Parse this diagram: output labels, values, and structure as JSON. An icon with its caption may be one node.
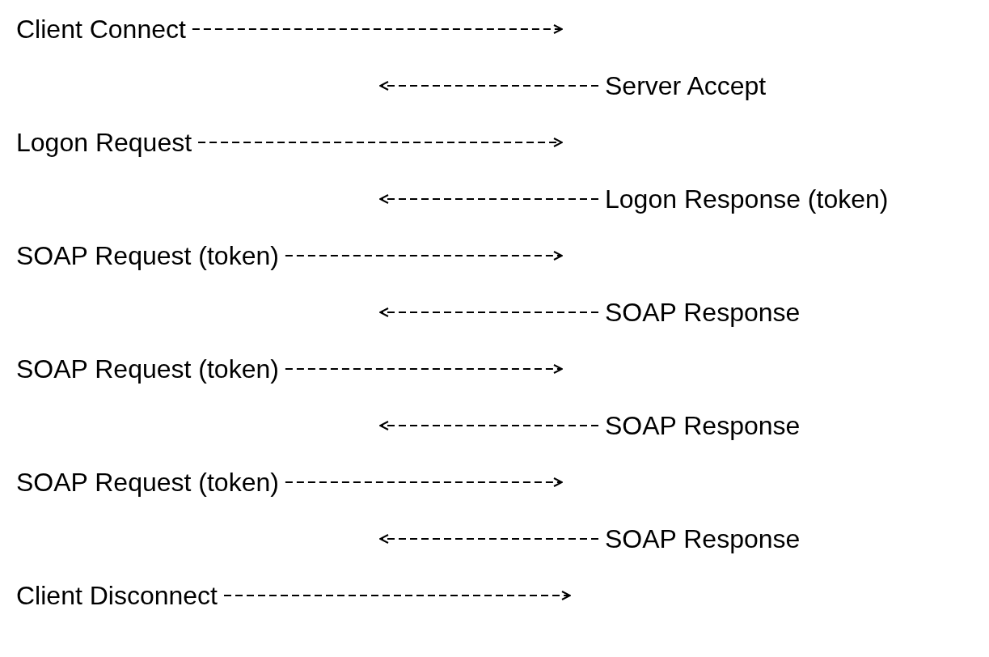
{
  "diagram": {
    "nodes": [
      {
        "text": [
          "Client Connect"
        ]
      },
      {
        "text": [
          "Server Accept"
        ]
      },
      {
        "text": [
          "Logon Request"
        ]
      },
      {
        "text": [
          "Logon Response (token)"
        ]
      },
      {
        "text": [
          "SOAP Request (token)"
        ]
      },
      {
        "text": [
          "SOAP Response"
        ]
      },
      {
        "text": [
          "SOAP Request (token)"
        ]
      },
      {
        "text": [
          "SOAP Response"
        ]
      },
      {
        "text": [
          "SOAP Request (token)"
        ]
      },
      {
        "text": [
          "SOAP Response"
        ]
      },
      {
        "text": [
          "Client Disconnect"
        ]
      }
    ],
    "edges": [
      {
        "from": 0,
        "to": null,
        "arrow": "to"
      },
      {
        "from": 1,
        "to": null,
        "arrow": "to"
      },
      {
        "from": 2,
        "to": null,
        "arrow": "to"
      },
      {
        "from": 3,
        "to": null,
        "arrow": "to"
      },
      {
        "from": 4,
        "to": null,
        "arrow": "to"
      },
      {
        "from": 5,
        "to": null,
        "arrow": "to"
      },
      {
        "from": 6,
        "to": null,
        "arrow": "to"
      },
      {
        "from": 7,
        "to": null,
        "arrow": "to"
      },
      {
        "from": 8,
        "to": null,
        "arrow": "to"
      },
      {
        "from": 9,
        "to": null,
        "arrow": "to"
      },
      {
        "from": 10,
        "to": null,
        "arrow": "to"
      }
    ]
  }
}
